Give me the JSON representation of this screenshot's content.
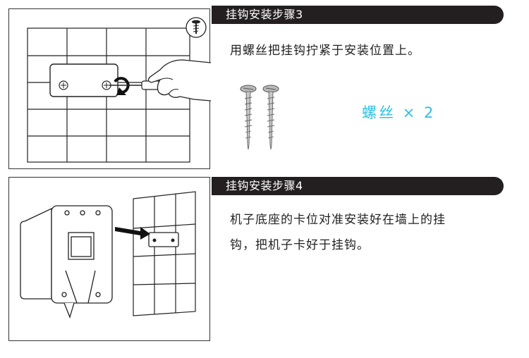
{
  "step3": {
    "title": "挂钩安装步骤3",
    "description": "用螺丝把挂钩拧紧于安装位置上。",
    "screw_count": "螺丝 × 2"
  },
  "step4": {
    "title": "挂钩安装步骤4",
    "description_line1": "机子底座的卡位对准安装好在墙上的挂",
    "description_line2": "钩，把机子卡好于挂钩。"
  },
  "colors": {
    "header_bg": "#231f20",
    "accent": "#2fc0e2"
  }
}
